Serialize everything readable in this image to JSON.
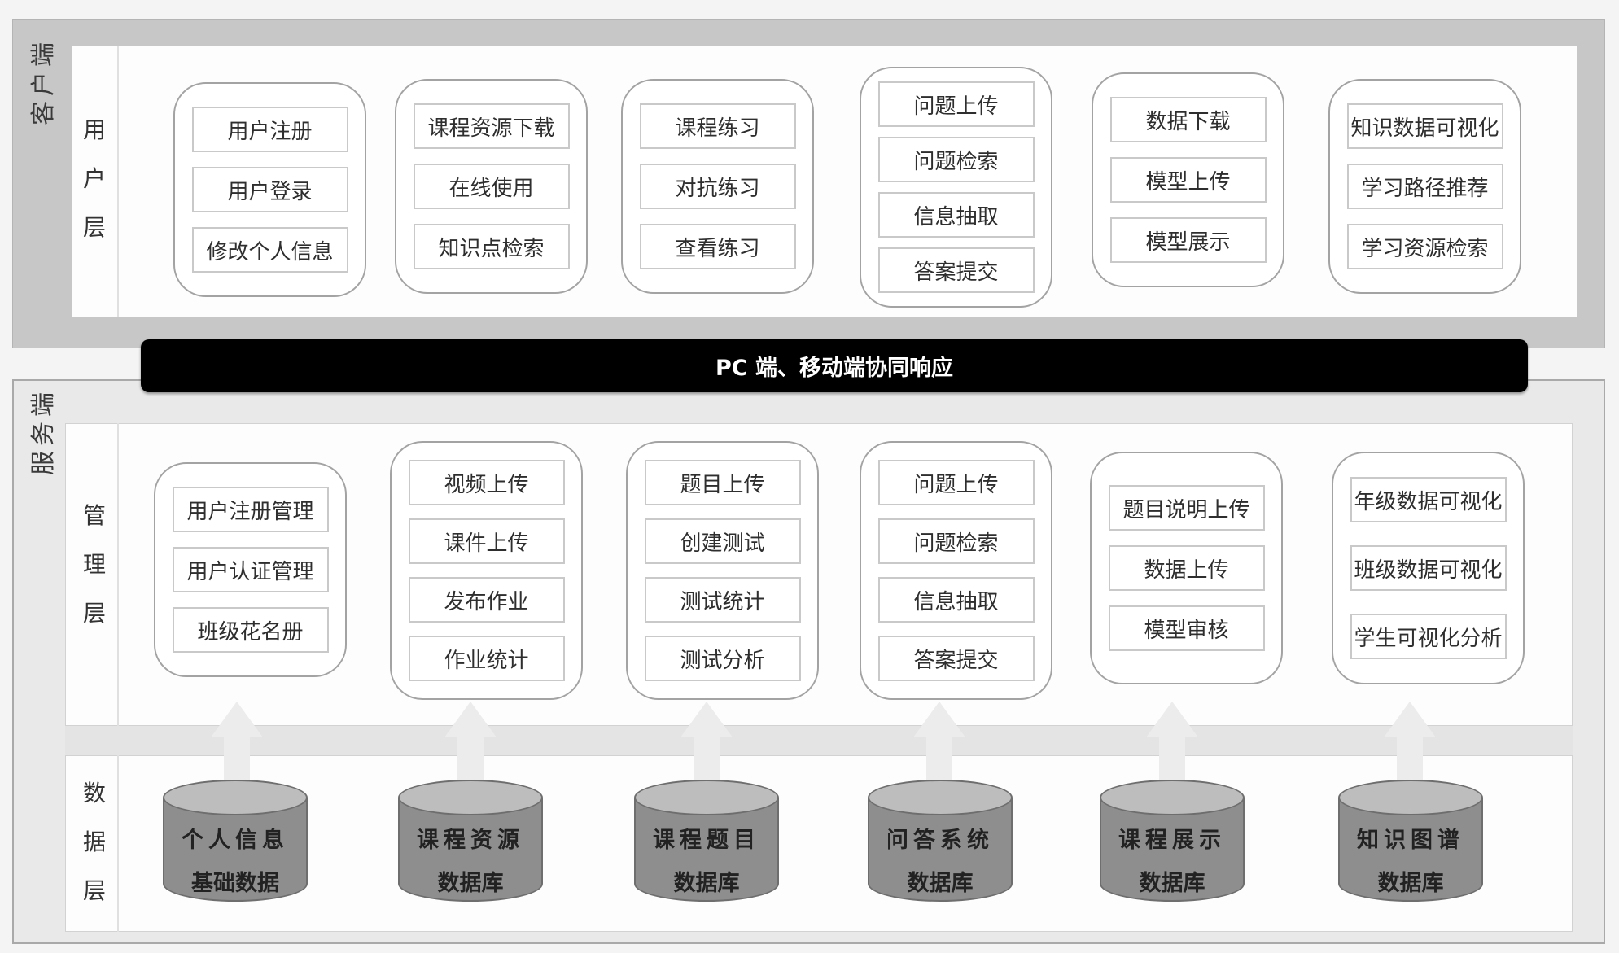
{
  "client": {
    "side_label": "客户端",
    "layer_label": [
      "用",
      "户",
      "层"
    ],
    "groups": [
      {
        "items": [
          "用户注册",
          "用户登录",
          "修改个人信息"
        ]
      },
      {
        "items": [
          "课程资源下载",
          "在线使用",
          "知识点检索"
        ]
      },
      {
        "items": [
          "课程练习",
          "对抗练习",
          "查看练习"
        ]
      },
      {
        "items": [
          "问题上传",
          "问题检索",
          "信息抽取",
          "答案提交"
        ]
      },
      {
        "items": [
          "数据下载",
          "模型上传",
          "模型展示"
        ]
      },
      {
        "items": [
          "知识数据可视化",
          "学习路径推荐",
          "学习资源检索"
        ]
      }
    ]
  },
  "banner": {
    "label": "PC 端、移动端协同响应"
  },
  "server": {
    "side_label": "服务端",
    "management": {
      "layer_label": [
        "管",
        "理",
        "层"
      ],
      "groups": [
        {
          "items": [
            "用户注册管理",
            "用户认证管理",
            "班级花名册"
          ]
        },
        {
          "items": [
            "视频上传",
            "课件上传",
            "发布作业",
            "作业统计"
          ]
        },
        {
          "items": [
            "题目上传",
            "创建测试",
            "测试统计",
            "测试分析"
          ]
        },
        {
          "items": [
            "问题上传",
            "问题检索",
            "信息抽取",
            "答案提交"
          ]
        },
        {
          "items": [
            "题目说明上传",
            "数据上传",
            "模型审核"
          ]
        },
        {
          "items": [
            "年级数据可视化",
            "班级数据可视化",
            "学生可视化分析"
          ]
        }
      ]
    },
    "data": {
      "layer_label": [
        "数",
        "据",
        "层"
      ],
      "databases": [
        {
          "line1": "个人信息",
          "line2": "基础数据"
        },
        {
          "line1": "课程资源",
          "line2": "数据库"
        },
        {
          "line1": "课程题目",
          "line2": "数据库"
        },
        {
          "line1": "问答系统",
          "line2": "数据库"
        },
        {
          "line1": "课程展示",
          "line2": "数据库"
        },
        {
          "line1": "知识图谱",
          "line2": "数据库"
        }
      ]
    }
  },
  "colors": {
    "client_frame": "#c7c7c7",
    "server_frame": "#e9e9e9",
    "banner": "#000000",
    "database_body": "#8e8e8e",
    "database_top": "#bdbdbd"
  }
}
